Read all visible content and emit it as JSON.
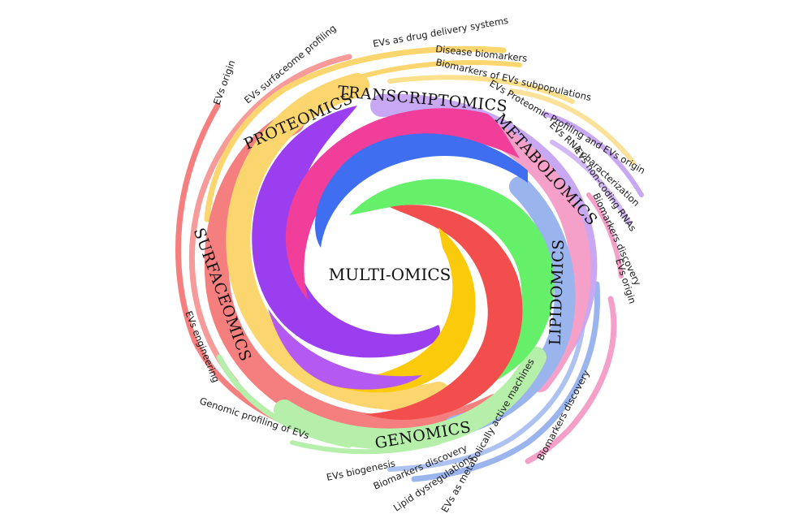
{
  "center": {
    "label": "MULTI-OMICS"
  },
  "colors": {
    "blue": "#3f6ef0",
    "green": "#66f06a",
    "red": "#f24e4e",
    "yellow": "#fbca0a",
    "purple": "#9a3ef0",
    "magenta": "#f03e9a",
    "surfaceomics": "#f57f7f",
    "proteomics": "#fbd66f",
    "transcriptomics": "#c8a8f2",
    "metabolomics": "#f4a0c8",
    "lipidomics": "#9ab4ee",
    "genomics": "#b6efaa"
  },
  "omics": {
    "proteomics": "PROTEOMICS",
    "transcriptomics": "TRANSCRIPTOMICS",
    "metabolomics": "METABOLOMICS",
    "lipidomics": "LIPIDOMICS",
    "genomics": "GENOMICS",
    "surfaceomics": "SURFACEOMICS"
  },
  "labels": {
    "evs_origin_left": "EVs origin",
    "evs_surfaceome_profiling": "EVs surfaceome profiling",
    "evs_drug_delivery": "EVs as drug delivery systems",
    "disease_biomarkers": "Disease biomarkers",
    "biomarkers_subpopulations": "Biomarkers of EVs subpopulations",
    "evs_proteomic_profiling": "EVs Proteomic Profiling and EVs origin",
    "evs_rna_characterization": "EVs RNA characterization",
    "evs_noncoding_rnas": "EVs non-coding RNAs",
    "biomarkers_discovery_right": "Biomarkers discovery",
    "evs_origin_right": "EVs origin",
    "evs_engineering": "EVs engineering",
    "genomic_profiling": "Genomic profiling of EVs",
    "evs_biogenesis": "EVs biogenesis",
    "biomarkers_discovery_bottom": "Biomarkers discovery",
    "lipid_dysregulations": "Lipid dysregulations",
    "evs_metabolically_active": "EVs as metabolically active machines",
    "biomarkers_discovery_lower_right": "Biomarkers discovery"
  }
}
